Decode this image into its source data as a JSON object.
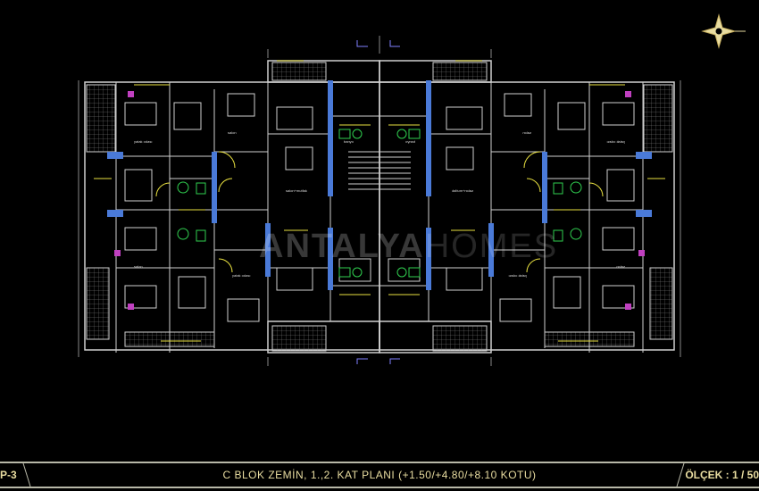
{
  "drawing": {
    "sheet_label": "P-3",
    "title": "C BLOK ZEMİN, 1.,2. KAT PLANI (+1.50/+4.80/+8.10 KOTU)",
    "scale": "ÖLÇEK : 1 / 50",
    "watermark_bold": "ANTALYA",
    "watermark_light": "HOMES"
  },
  "colors": {
    "wall": "#d8d8d8",
    "yellow": "#e8e040",
    "blue": "#4a7ad8",
    "green": "#30d050",
    "magenta": "#c040c0",
    "background": "#000000"
  }
}
